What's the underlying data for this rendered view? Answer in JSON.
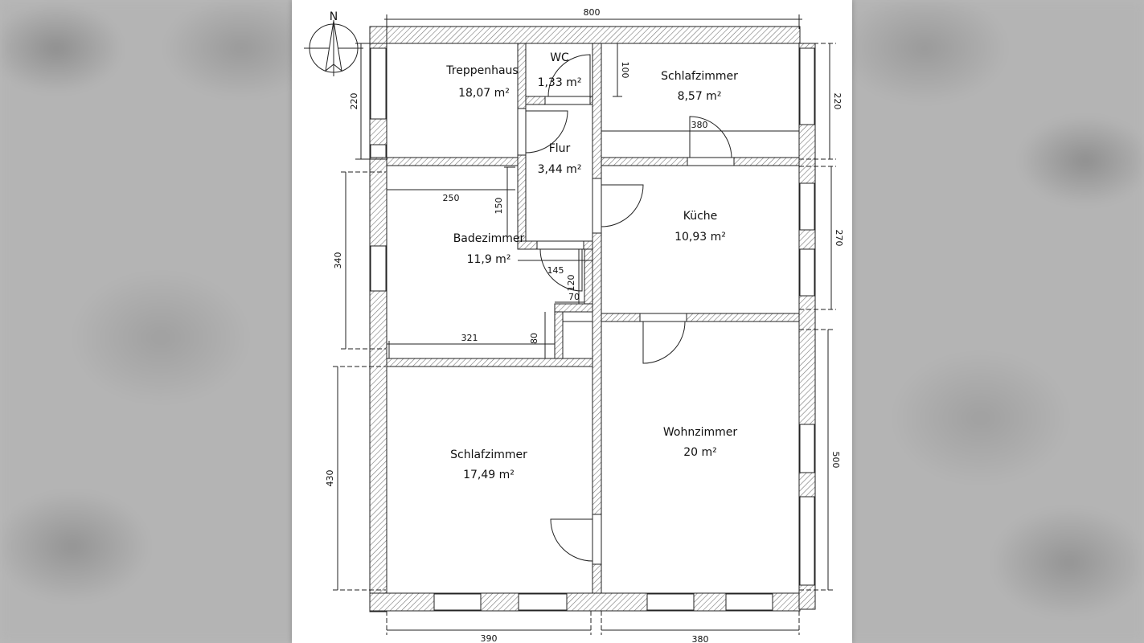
{
  "compass": {
    "label": "N"
  },
  "rooms": [
    {
      "id": "treppenhaus",
      "name": "Treppenhaus",
      "area": "18,07 m²"
    },
    {
      "id": "wc",
      "name": "WC",
      "area": "1,33 m²"
    },
    {
      "id": "schlafzimmer-top",
      "name": "Schlafzimmer",
      "area": "8,57 m²"
    },
    {
      "id": "flur",
      "name": "Flur",
      "area": "3,44 m²"
    },
    {
      "id": "kueche",
      "name": "Küche",
      "area": "10,93 m²"
    },
    {
      "id": "badezimmer",
      "name": "Badezimmer",
      "area": "11,9 m²"
    },
    {
      "id": "wohnzimmer",
      "name": "Wohnzimmer",
      "area": "20 m²"
    },
    {
      "id": "schlafzimmer-bottom",
      "name": "Schlafzimmer",
      "area": "17,49 m²"
    }
  ],
  "dimensions": {
    "top_total": "800",
    "left_220": "220",
    "left_340": "340",
    "left_430": "430",
    "right_220": "220",
    "right_270": "270",
    "right_500": "500",
    "bottom_390": "390",
    "bottom_380": "380",
    "inner_100": "100",
    "inner_380": "380",
    "inner_250": "250",
    "inner_150": "150",
    "inner_145": "145",
    "inner_120": "120",
    "inner_70": "70",
    "inner_321": "321",
    "inner_80": "80"
  }
}
